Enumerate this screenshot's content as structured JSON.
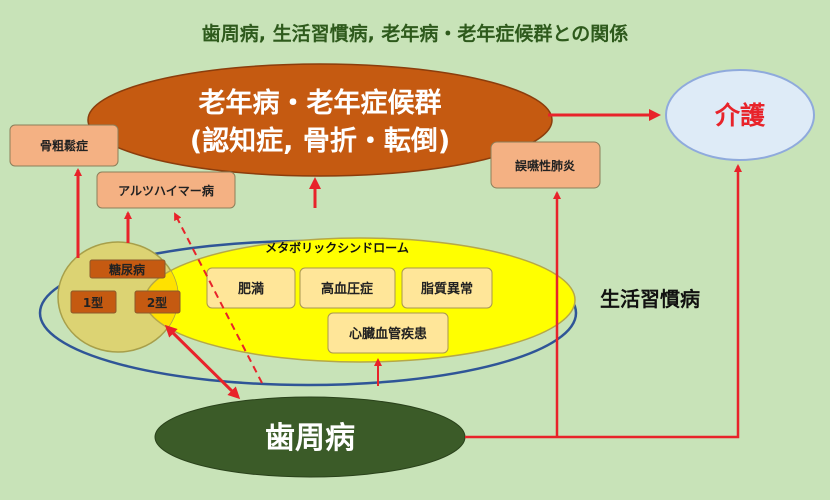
{
  "title": "歯周病, 生活習慣病, 老年病・老年症候群との関係",
  "geriatric": {
    "line1": "老年病・老年症候群",
    "line2": "(認知症, 骨折・転倒)"
  },
  "care": "介護",
  "osteoporosis": "骨粗鬆症",
  "alzheimer": "アルツハイマー病",
  "aspiration_pneumonia": "誤嚥性肺炎",
  "metabolic_syndrome": "メタボリックシンドローム",
  "diabetes": {
    "label": "糖尿病",
    "type1": "1型",
    "type2": "2型"
  },
  "metabolic_items": [
    "肥満",
    "高血圧症",
    "脂質異常",
    "心臓血管疾患"
  ],
  "lifestyle_disease": "生活習慣病",
  "periodontal": "歯周病",
  "colors": {
    "arrow": "#e8232a",
    "geriatric": "#c55a11",
    "periodontal": "#3b5b28",
    "box": "#f4b183",
    "metabolic": "#ffff00"
  }
}
